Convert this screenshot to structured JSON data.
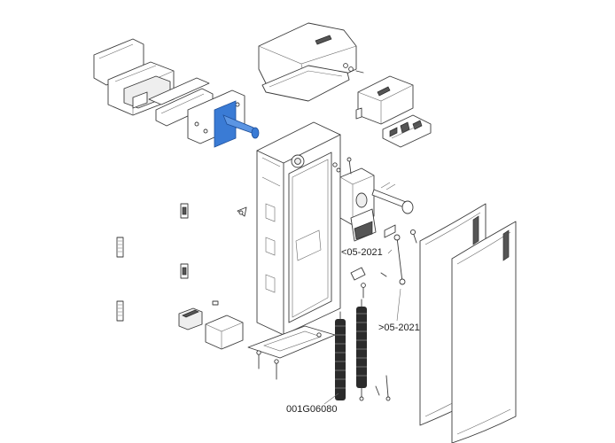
{
  "labels": {
    "version_before": "<05-2021",
    "version_after": ">05-2021",
    "part_code": "001G06080"
  },
  "colors": {
    "highlight": "#3a7bd5",
    "line": "#3a3a3a",
    "background": "#ffffff"
  }
}
